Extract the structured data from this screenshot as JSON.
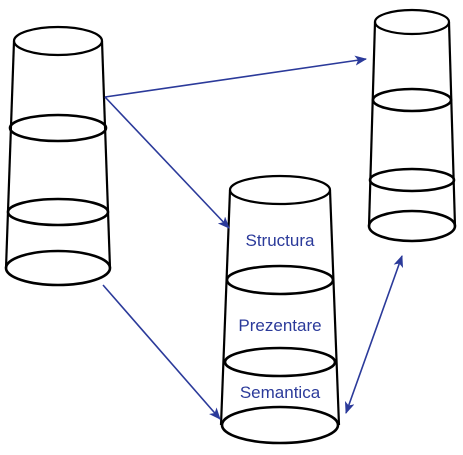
{
  "colors": {
    "outline": "#000000",
    "arrow": "#2b3a9a",
    "label": "#2b3a9a",
    "background": "#ffffff"
  },
  "cups": {
    "left": {
      "layers": 3
    },
    "right": {
      "layers": 3
    },
    "bottom": {
      "layers": [
        {
          "label": "Structura"
        },
        {
          "label": "Prezentare"
        },
        {
          "label": "Semantica"
        }
      ]
    }
  },
  "arrows": [
    {
      "from": "left-cup",
      "to": "right-cup",
      "type": "single"
    },
    {
      "from": "left-cup",
      "to": "bottom-cup-structura",
      "type": "single"
    },
    {
      "from": "left-cup",
      "to": "bottom-cup-semantica",
      "type": "single"
    },
    {
      "from": "right-cup",
      "to": "bottom-cup-semantica",
      "type": "double"
    }
  ]
}
